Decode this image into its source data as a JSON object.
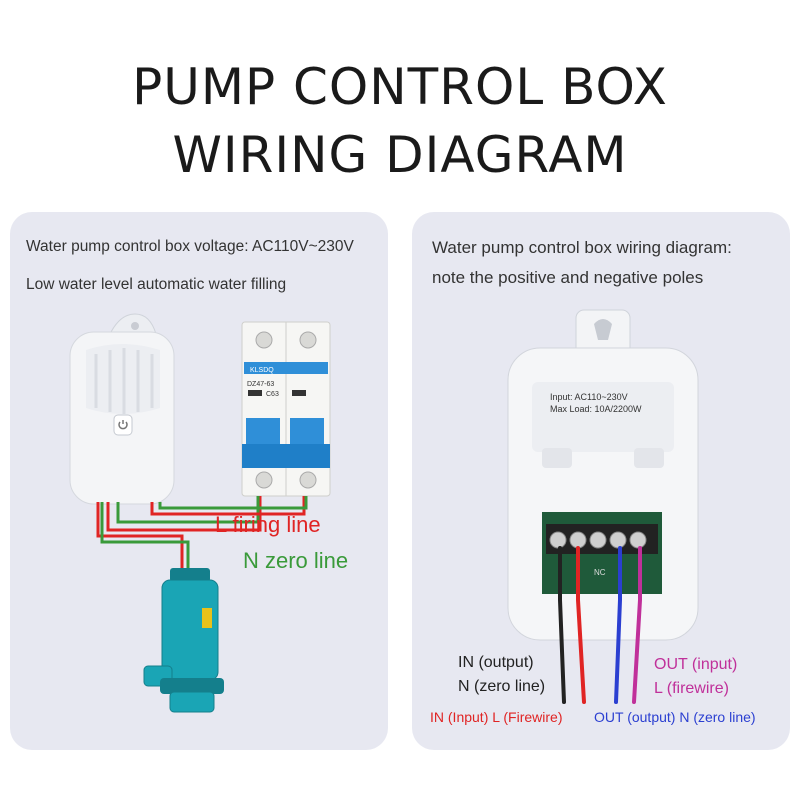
{
  "title": {
    "line1": "PUMP CONTROL BOX",
    "line2": "WIRING DIAGRAM"
  },
  "left_panel": {
    "caption1": "Water pump control box voltage: AC110V~230V",
    "caption2": "Low water level automatic water filling",
    "breaker_brand": "KLSDQ",
    "breaker_model": "DZ47-63",
    "breaker_rating": "C63",
    "label_l": "L firing line",
    "label_n": "N zero line"
  },
  "right_panel": {
    "caption1": "Water pump control box wiring diagram:",
    "caption2": "note the positive and negative poles",
    "spec1": "Input: AC110~230V",
    "spec2": "Max Load: 10A/2200W",
    "terminal_label": "NC",
    "in_output": "IN (output)",
    "n_zero_line": "N (zero line)",
    "out_input": "OUT (input)",
    "l_firewire": "L (firewire)",
    "in_input_l": "IN (Input) L (Firewire)",
    "out_output_n": "OUT (output) N (zero line)"
  },
  "colors": {
    "live_wire": "#e02424",
    "neutral_wire": "#3a9a3a",
    "blue_wire": "#2b3fd1",
    "magenta_wire": "#c0309a",
    "black_wire": "#222222",
    "panel_bg": "#e7e8f1",
    "breaker_blue": "#2f8fd8",
    "pump_teal": "#1aa5b5"
  }
}
